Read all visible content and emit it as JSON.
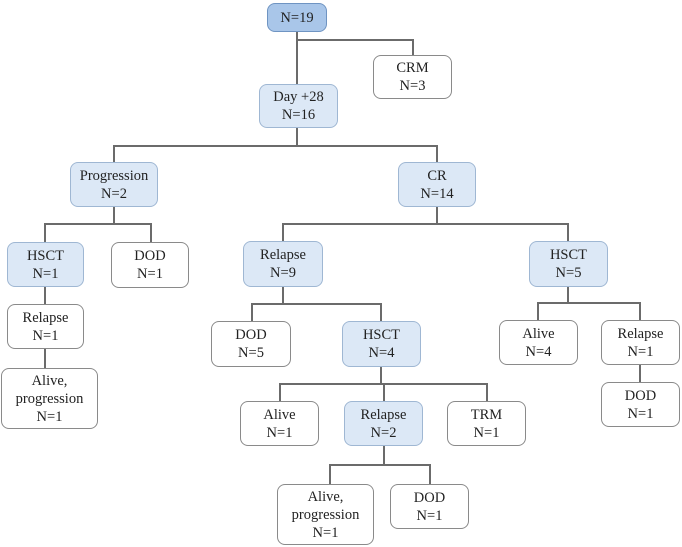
{
  "colors": {
    "root_fill": "#a9c6e9",
    "highlight_fill": "#dce8f6",
    "plain_fill": "#ffffff",
    "connector": "#6b6b6b"
  },
  "nodes": {
    "root": {
      "label": "N=19"
    },
    "crm": {
      "label": "CRM",
      "count": "N=3"
    },
    "day28": {
      "label": "Day +28",
      "count": "N=16"
    },
    "progression": {
      "label": "Progression",
      "count": "N=2"
    },
    "cr": {
      "label": "CR",
      "count": "N=14"
    },
    "prog_hsct": {
      "label": "HSCT",
      "count": "N=1"
    },
    "prog_dod": {
      "label": "DOD",
      "count": "N=1"
    },
    "prog_relapse": {
      "label": "Relapse",
      "count": "N=1"
    },
    "prog_alive": {
      "label": "Alive,",
      "label2": "progression",
      "count": "N=1"
    },
    "cr_relapse": {
      "label": "Relapse",
      "count": "N=9"
    },
    "cr_hsct": {
      "label": "HSCT",
      "count": "N=5"
    },
    "rel_dod": {
      "label": "DOD",
      "count": "N=5"
    },
    "rel_hsct": {
      "label": "HSCT",
      "count": "N=4"
    },
    "rel_hsct_alive": {
      "label": "Alive",
      "count": "N=1"
    },
    "rel_hsct_relapse": {
      "label": "Relapse",
      "count": "N=2"
    },
    "rel_hsct_trm": {
      "label": "TRM",
      "count": "N=1"
    },
    "rel_hsct_relapse_alive": {
      "label": "Alive,",
      "label2": "progression",
      "count": "N=1"
    },
    "rel_hsct_relapse_dod": {
      "label": "DOD",
      "count": "N=1"
    },
    "hsct_alive": {
      "label": "Alive",
      "count": "N=4"
    },
    "hsct_relapse": {
      "label": "Relapse",
      "count": "N=1"
    },
    "hsct_relapse_dod": {
      "label": "DOD",
      "count": "N=1"
    }
  }
}
